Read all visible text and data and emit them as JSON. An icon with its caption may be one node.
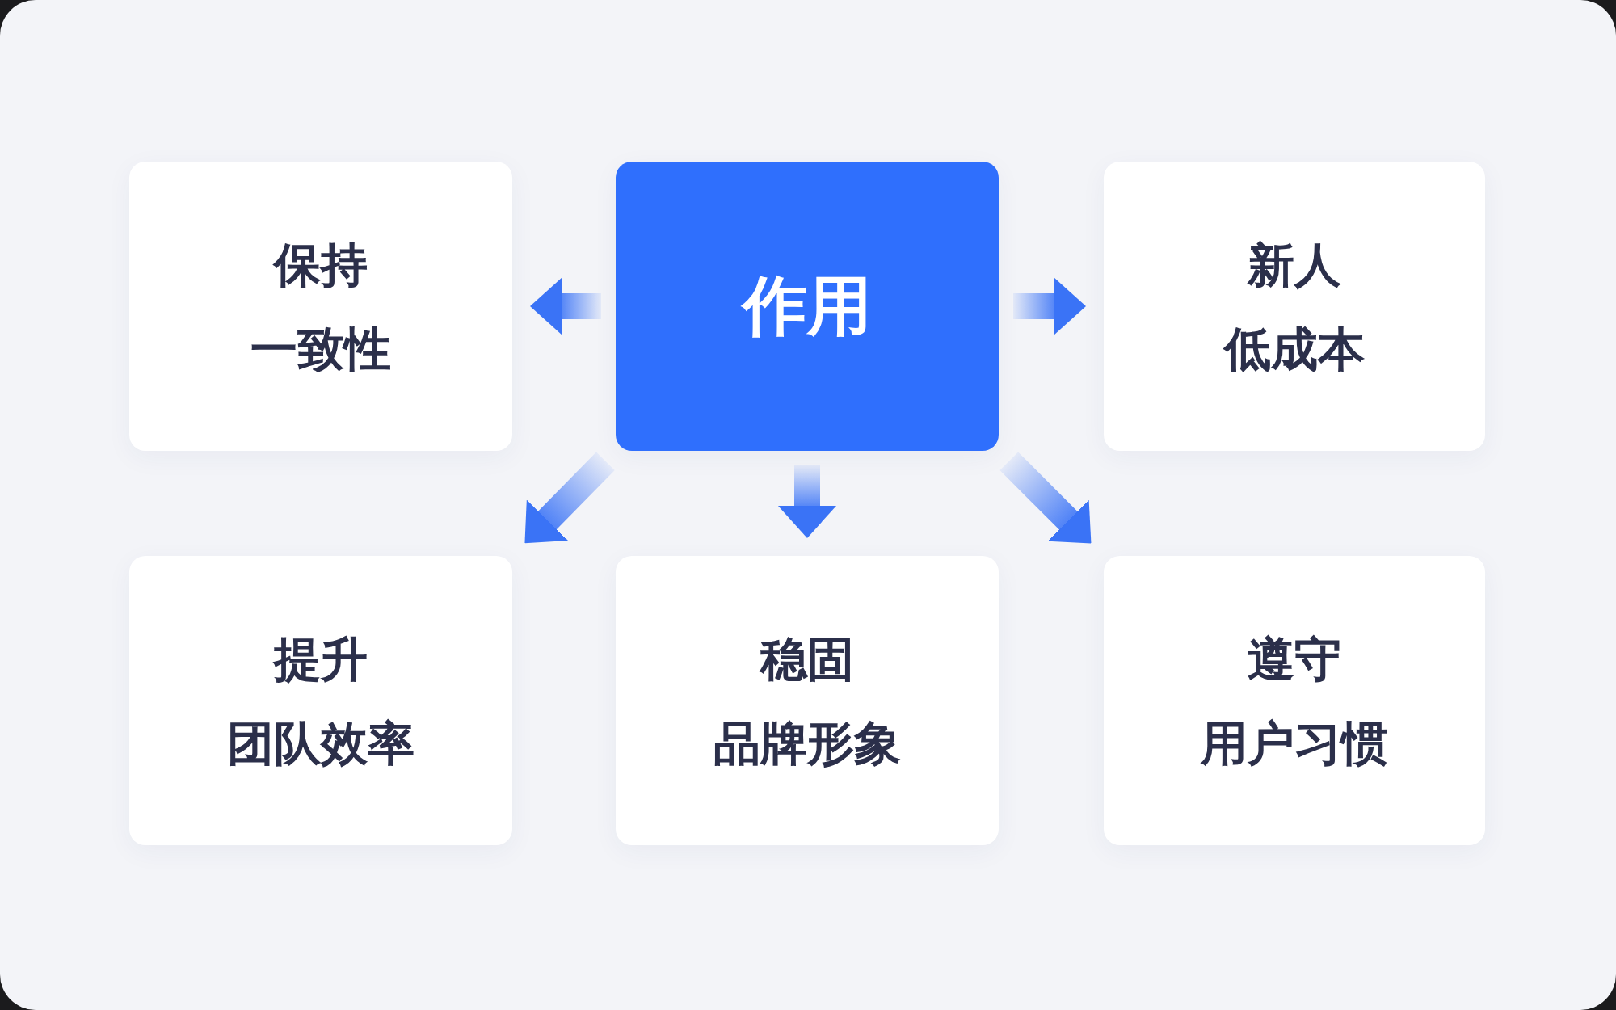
{
  "diagram": {
    "nodes": [
      {
        "text": [
          "保持一致性"
        ]
      },
      {
        "text": [
          "作用"
        ]
      },
      {
        "text": [
          "新人低成本"
        ]
      },
      {
        "text": [
          "提升团队效率"
        ]
      },
      {
        "text": [
          "稳固品牌形象"
        ]
      },
      {
        "text": [
          "遵守用户习惯"
        ]
      }
    ],
    "edges": [
      {
        "from": 1,
        "to": 0,
        "arrow": "to"
      },
      {
        "from": 1,
        "to": 2,
        "arrow": "to"
      },
      {
        "from": 1,
        "to": 3,
        "arrow": "to"
      },
      {
        "from": 1,
        "to": 4,
        "arrow": "to"
      },
      {
        "from": 1,
        "to": 5,
        "arrow": "to"
      }
    ]
  }
}
